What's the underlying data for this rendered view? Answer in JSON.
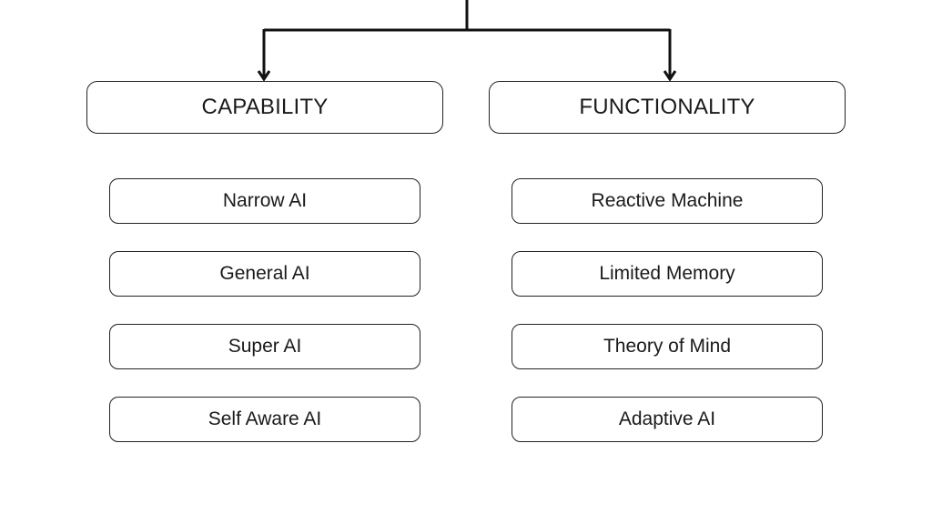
{
  "diagram": {
    "branches": [
      {
        "label": "CAPABILITY",
        "items": [
          "Narrow AI",
          "General AI",
          "Super AI",
          "Self Aware AI"
        ]
      },
      {
        "label": "FUNCTIONALITY",
        "items": [
          "Reactive Machine",
          "Limited Memory",
          "Theory of Mind",
          "Adaptive AI"
        ]
      }
    ],
    "colors": {
      "line": "#111111",
      "box_border": "#222222",
      "text": "#1a1a1a",
      "background": "#ffffff"
    }
  }
}
